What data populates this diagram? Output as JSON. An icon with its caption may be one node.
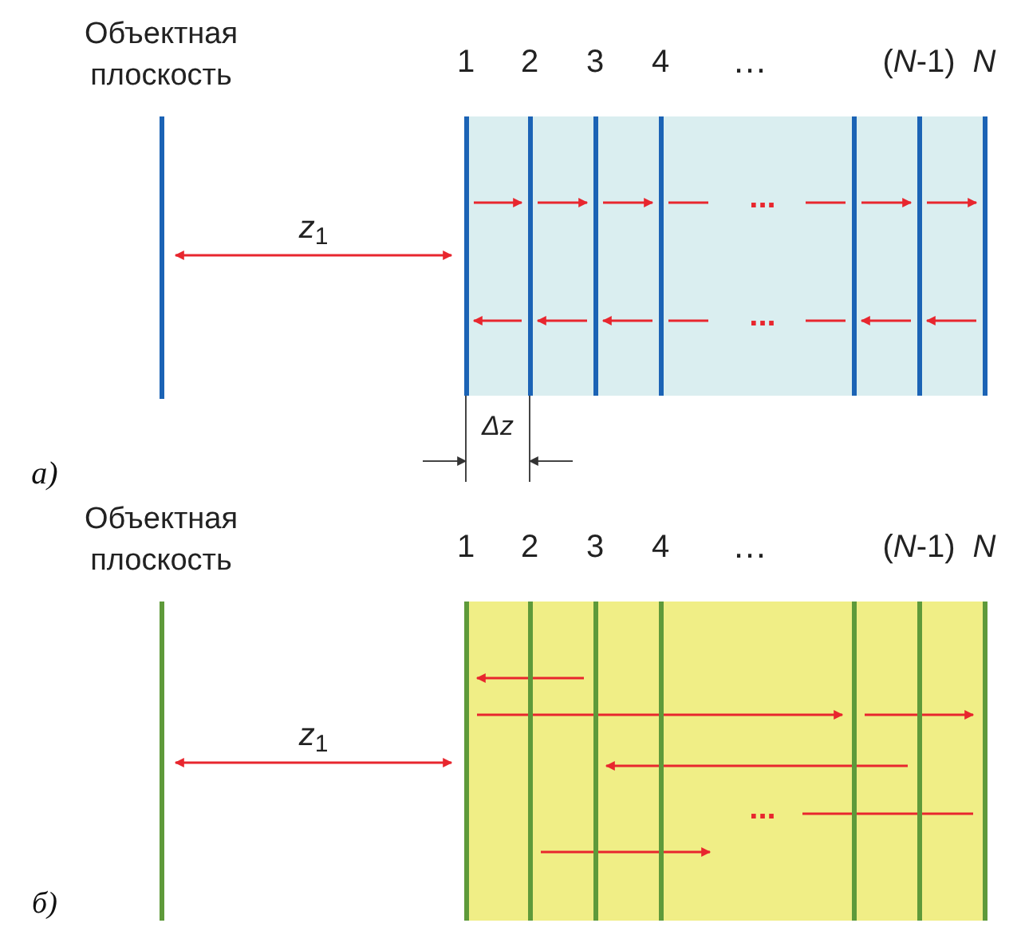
{
  "diagram": {
    "nodes": [
      {
        "text": [
          "Объектная плоскость"
        ]
      },
      {
        "text": [
          "1"
        ]
      },
      {
        "text": [
          "2"
        ]
      },
      {
        "text": [
          "3"
        ]
      },
      {
        "text": [
          "4"
        ]
      },
      {
        "text": [],
        "shape": "bar"
      },
      {
        "text": [
          "(*N*-1)"
        ]
      },
      {
        "text": [
          "N"
        ]
      },
      {
        "text": [
          "Объектная плоскость"
        ]
      },
      {
        "text": [
          "1"
        ]
      },
      {
        "text": [
          "2"
        ]
      },
      {
        "text": [
          "3"
        ]
      },
      {
        "text": [
          "4"
        ]
      },
      {
        "text": [],
        "shape": "bar"
      },
      {
        "text": [
          "(*N*-1)"
        ]
      },
      {
        "text": [
          "N"
        ]
      }
    ],
    "edges": [
      {
        "from": 0,
        "to": 1,
        "arrow": "both",
        "label": "*z*$_{1}$"
      },
      {
        "from": 1,
        "to": 2,
        "arrow": "to"
      },
      {
        "from": 2,
        "to": 3,
        "arrow": "to"
      },
      {
        "from": 3,
        "to": 4,
        "arrow": "to"
      },
      {
        "from": 4,
        "to": null,
        "arrow": "none"
      },
      {
        "from": null,
        "to": 5,
        "arrow": "none"
      },
      {
        "from": 5,
        "to": 6,
        "arrow": "to"
      },
      {
        "from": 6,
        "to": 7,
        "arrow": "to"
      },
      {
        "from": 2,
        "to": 1,
        "arrow": "to"
      },
      {
        "from": 3,
        "to": 2,
        "arrow": "to"
      },
      {
        "from": 4,
        "to": 3,
        "arrow": "to"
      },
      {
        "from": 4,
        "to": null,
        "arrow": "none"
      },
      {
        "from": null,
        "to": 5,
        "arrow": "none"
      },
      {
        "from": 6,
        "to": 5,
        "arrow": "to"
      },
      {
        "from": 7,
        "to": 6,
        "arrow": "to"
      },
      {
        "from": 8,
        "to": 9,
        "arrow": "both",
        "label": "*z*$_{1}$"
      },
      {
        "from": 11,
        "to": 9,
        "arrow": "to"
      },
      {
        "from": 9,
        "to": 13,
        "arrow": "to"
      },
      {
        "from": 13,
        "to": 15,
        "arrow": "to"
      },
      {
        "from": 14,
        "to": 11,
        "arrow": "to"
      },
      {
        "from": null,
        "to": 15,
        "arrow": "none"
      },
      {
        "from": 10,
        "to": null,
        "arrow": "to"
      }
    ],
    "labels": [
      "…",
      "...",
      "...",
      "Δz",
      "а)",
      "…",
      "...",
      "б)"
    ]
  }
}
